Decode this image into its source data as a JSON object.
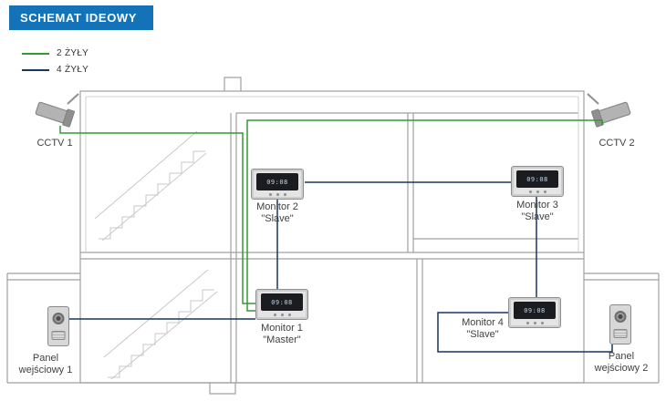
{
  "title": "SCHEMAT IDEOWY",
  "title_color": "#1372B8",
  "legend": [
    {
      "label": "2 ŻYŁY",
      "color": "#339933"
    },
    {
      "label": "4 ŻYŁY",
      "color": "#17375E"
    }
  ],
  "cameras": {
    "cctv1": {
      "label": "CCTV 1"
    },
    "cctv2": {
      "label": "CCTV 2"
    }
  },
  "monitors": {
    "m1": {
      "name": "Monitor 1",
      "role": "\"Master\"",
      "clock": "09:08"
    },
    "m2": {
      "name": "Monitor 2",
      "role": "\"Slave\"",
      "clock": "09:08"
    },
    "m3": {
      "name": "Monitor 3",
      "role": "\"Slave\"",
      "clock": "09:08"
    },
    "m4": {
      "name": "Monitor 4",
      "role": "\"Slave\"",
      "clock": "09:08"
    }
  },
  "panels": {
    "p1": {
      "line1": "Panel",
      "line2": "wejściowy 1"
    },
    "p2": {
      "line1": "Panel",
      "line2": "wejściowy 2"
    }
  }
}
